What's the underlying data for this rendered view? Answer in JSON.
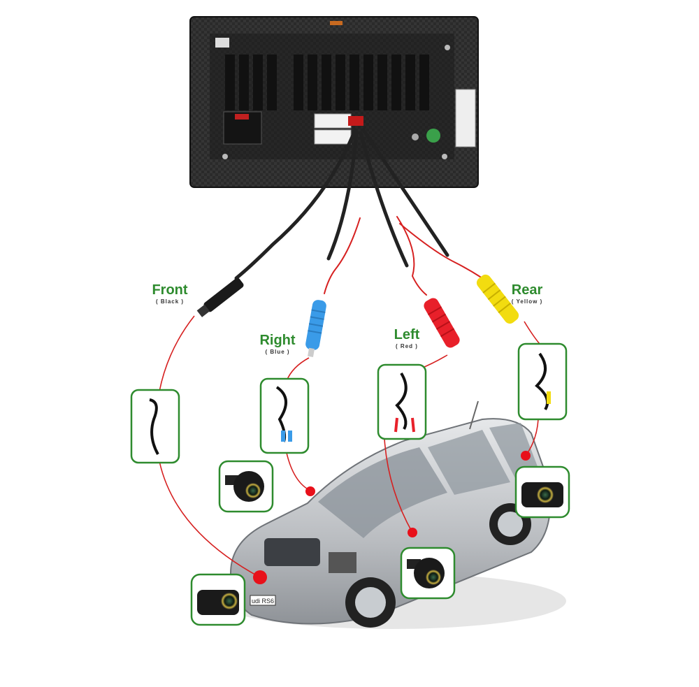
{
  "colors": {
    "label_green": "#2e8b2e",
    "wire_red": "#d62020",
    "box_green": "#2e8b2e",
    "dot_red": "#e8101a",
    "cable_black": "#222222",
    "connector_blue": "#3a9be8",
    "connector_red": "#e8202a",
    "connector_yellow": "#f2dc10"
  },
  "cameras": [
    {
      "key": "front",
      "title": "Front",
      "color_label": "( Black )",
      "icon": "camera-icon"
    },
    {
      "key": "right",
      "title": "Right",
      "color_label": "( Blue )",
      "icon": "camera-icon"
    },
    {
      "key": "left",
      "title": "Left",
      "color_label": "( Red )",
      "icon": "camera-icon"
    },
    {
      "key": "rear",
      "title": "Rear",
      "color_label": "( Yellow )",
      "icon": "camera-icon"
    }
  ],
  "car_plate": "udi RS6",
  "head_unit_icon": "stereo-head-unit-icon",
  "car_icon": "car-icon"
}
